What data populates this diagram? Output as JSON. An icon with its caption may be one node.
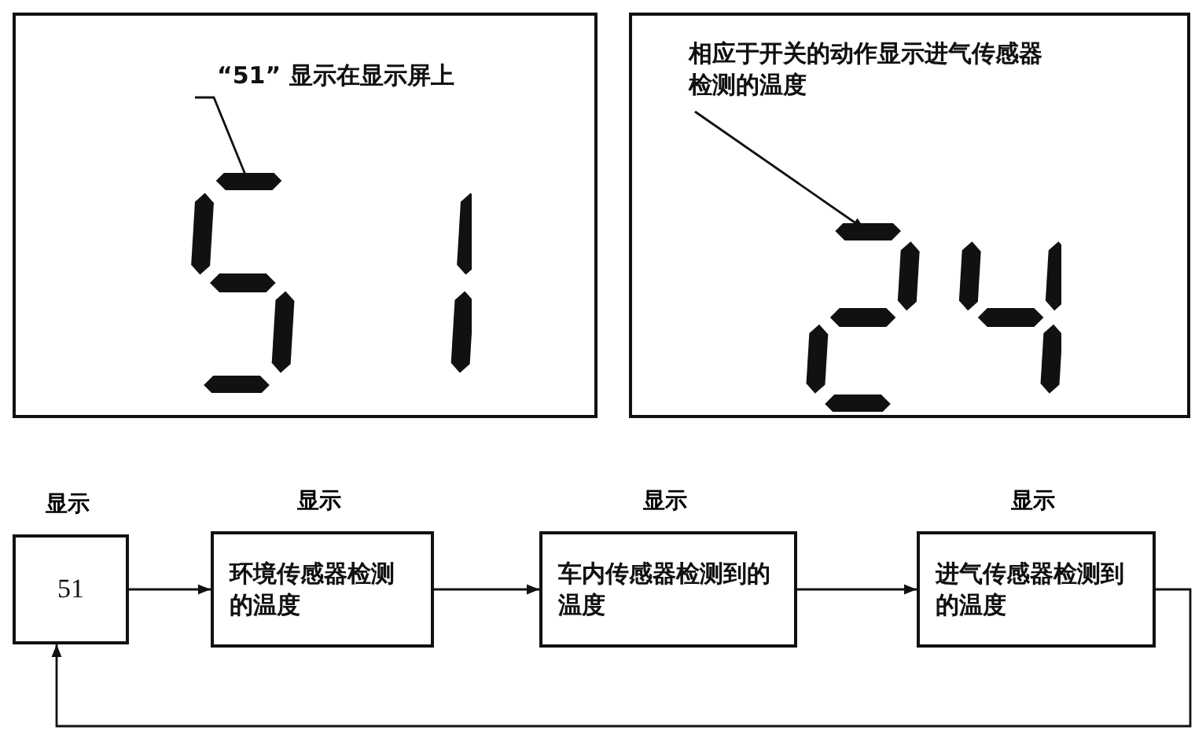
{
  "diagram": {
    "nodes": [
      {
        "text": [],
        "shape": "box"
      },
      {
        "text": [
          "“51” 显示在显示屏上"
        ],
        "in": 0
      },
      {
        "text": [],
        "shape": "display",
        "in": 0
      },
      {
        "text": [],
        "shape": "box"
      },
      {
        "text": [
          "相应于开关的动作显示进气传感器检测的温度"
        ],
        "in": 3
      },
      {
        "text": [],
        "shape": "display",
        "in": 3
      },
      {
        "text": [
          "51"
        ],
        "beside": [
          "显示"
        ]
      },
      {
        "text": [
          "环境传感器检测的温度"
        ],
        "beside": [
          "显示"
        ]
      },
      {
        "text": [
          "车内传感器检测到的温度"
        ],
        "beside": [
          "显示"
        ]
      },
      {
        "text": [
          "进气传感器检测到的温度"
        ],
        "beside": [
          "显示"
        ]
      }
    ],
    "edges": [
      {
        "from": 1,
        "to": 2,
        "arrow": "none"
      },
      {
        "from": 4,
        "to": 5,
        "arrow": "to"
      },
      {
        "from": 6,
        "to": 7,
        "arrow": "to"
      },
      {
        "from": 7,
        "to": 8,
        "arrow": "to"
      },
      {
        "from": 8,
        "to": 9,
        "arrow": "to"
      },
      {
        "from": 9,
        "to": 6,
        "arrow": "to"
      }
    ]
  }
}
